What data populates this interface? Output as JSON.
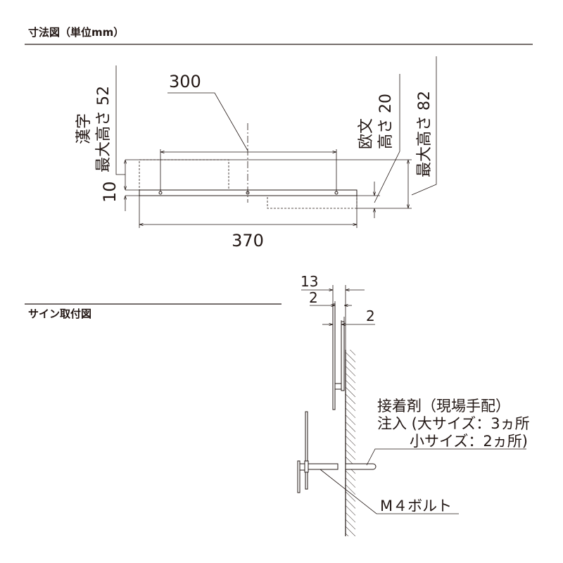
{
  "dimension_section": {
    "title": "寸法図（単位mm）",
    "dim_300": "300",
    "dim_370": "370",
    "dim_10": "10",
    "kanji_label_line1": "漢字",
    "kanji_label_line2": "最大高さ 52",
    "latin_label_line1": "欧文",
    "latin_label_line2": "高さ 20",
    "max_height_label": "最大高さ 82"
  },
  "mounting_section": {
    "title": "サイン取付図",
    "dim_13": "13",
    "dim_2_left": "2",
    "dim_2_right": "2",
    "adhesive_line1": "接着剤（現場手配）",
    "adhesive_line2": "注入 (大サイズ：3ヵ所",
    "adhesive_line3": "小サイズ：2ヵ所)",
    "bolt_label": "M４ボルト"
  }
}
